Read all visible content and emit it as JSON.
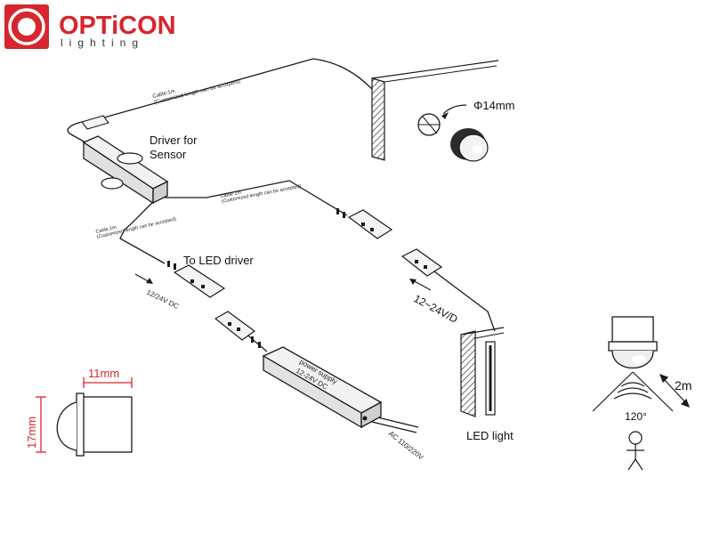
{
  "brand": {
    "name": "OPTiCON",
    "tagline": "lighting",
    "color": "#d7262e"
  },
  "labels": {
    "driver_sensor_line1": "Driver for",
    "driver_sensor_line2": "Sensor",
    "to_led_driver": "To LED driver",
    "voltage_small": "12/24V DC",
    "voltage_big": "12~24V/D",
    "ps_line1": "power supply",
    "ps_line2": "12-24V DC",
    "ac_input": "AC 110/220V",
    "led_light": "LED light",
    "diameter": "Φ14mm",
    "width_dim": "11mm",
    "height_dim": "17mm",
    "angle": "120°",
    "distance": "2m"
  },
  "cable_notes": {
    "cable_line1": "Cable:1m",
    "cable_line2": "(Customized length can be accepted)"
  },
  "colors": {
    "dimension_red": "#d7262e",
    "line": "#1a1a1a"
  }
}
